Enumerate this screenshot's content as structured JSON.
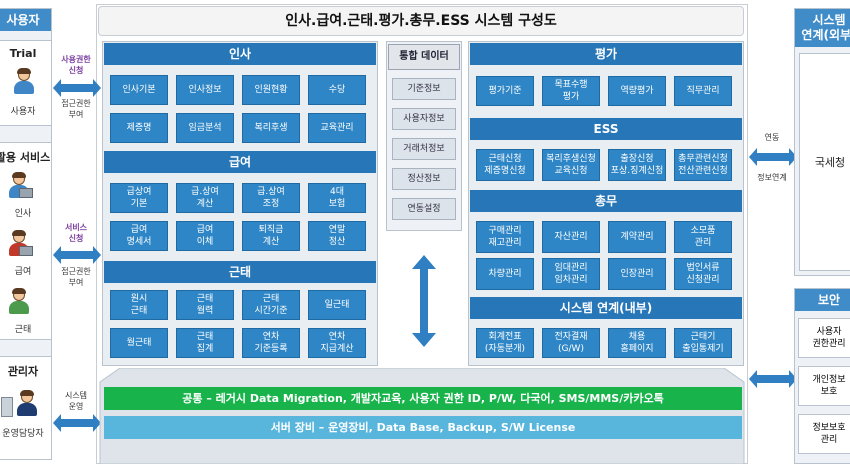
{
  "title": "인사.급여.근태.평가.총무.ESS 시스템 구성도",
  "left": {
    "header": "사용자",
    "groups": [
      {
        "title": "Trial",
        "persons": [
          "사용자"
        ]
      },
      {
        "title": "활용 서비스",
        "persons": [
          "인사",
          "급여",
          "근태"
        ]
      },
      {
        "title": "관리자",
        "persons": [
          "운영담당자"
        ]
      }
    ],
    "connectors": [
      {
        "top": "사용권한\n신청",
        "bottom": "접근권한\n부여"
      },
      {
        "top": "서비스\n신청",
        "bottom": "접근권한\n부여"
      },
      {
        "top": "시스템\n운영",
        "bottom": ""
      }
    ]
  },
  "insa": {
    "title": "인사",
    "items": [
      "인사기본",
      "인사정보",
      "인원현황",
      "수당",
      "제증명",
      "임금분석",
      "복리후생",
      "교육관리"
    ]
  },
  "geupyeo": {
    "title": "급여",
    "items": [
      "급상여\n기본",
      "급.상여\n계산",
      "급.상여\n조정",
      "4대\n보험",
      "급여\n명세서",
      "급여\n이체",
      "퇴직금\n계산",
      "연말\n정산"
    ]
  },
  "geuntae": {
    "title": "근태",
    "items": [
      "원시\n근태",
      "근태\n월력",
      "근태\n시간기준",
      "일근태",
      "월근태",
      "근태\n집계",
      "연차\n기준등록",
      "연차\n지급계산"
    ]
  },
  "integrated": {
    "title": "통합 데이터",
    "items": [
      "기준정보",
      "사용자정보",
      "거래처정보",
      "정산정보",
      "연동설정"
    ]
  },
  "pyeongga": {
    "title": "평가",
    "items": [
      "평가기준",
      "목표수행\n평가",
      "역량평가",
      "직무관리"
    ]
  },
  "ess": {
    "title": "ESS",
    "items": [
      "근태신청\n제증명신청",
      "복리후생신청\n교육신청",
      "출장신청\n포상.징계신청",
      "총무관련신청\n전산관련신청"
    ]
  },
  "chongmu": {
    "title": "총무",
    "items": [
      "구매관리\n재고관리",
      "자산관리",
      "계약관리",
      "소모품\n관리",
      "차량관리",
      "임대관리\n임차관리",
      "인장관리",
      "법인서류\n신청관리"
    ]
  },
  "internal": {
    "title": "시스템 연계(내부)",
    "items": [
      "회계전표\n(자동분개)",
      "전자결재\n(G/W)",
      "채용\n홈페이지",
      "근태기\n출입통제기"
    ]
  },
  "common_bar": "공통 – 레거시 Data Migration, 개발자교육, 사용자 권한 ID, P/W, 다국어, SMS/MMS/카카오톡",
  "server_bar": "서버 장비 – 운영장비, Data Base, Backup, S/W License",
  "right": {
    "external_title": "시스템\n연계(외부)",
    "link_top": "연동",
    "link_bottom": "정보연계",
    "external_item": "국세청",
    "security_title": "보안",
    "security_items": [
      "사용자\n권한관리",
      "개인정보\n보호",
      "정보보호\n관리"
    ]
  },
  "colors": {
    "accent": "#2676b8",
    "green": "#18b34a",
    "teal": "#58b5dc",
    "purple": "#7b3fa0"
  }
}
